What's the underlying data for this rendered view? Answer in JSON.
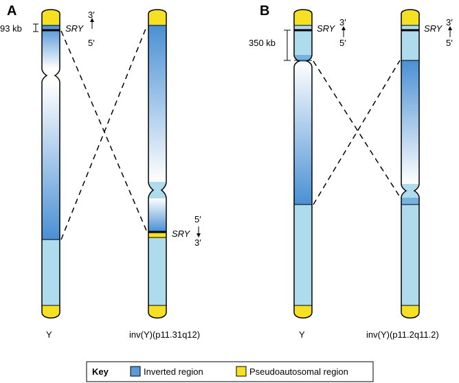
{
  "panels": [
    {
      "letter": "A",
      "size_label": "93 kb",
      "chromosomes": [
        {
          "label": "Y",
          "gene": "SRY",
          "orient_top": "3′",
          "orient_bottom": "5′"
        },
        {
          "label": "inv(Y)(p11.31q12)",
          "gene": "SRY",
          "orient_top": "5′",
          "orient_bottom": "3′"
        }
      ]
    },
    {
      "letter": "B",
      "size_label": "350 kb",
      "chromosomes": [
        {
          "label": "Y",
          "gene": "SRY",
          "orient_top": "3′",
          "orient_bottom": "5′"
        },
        {
          "label": "inv(Y)(p11.2q11.2)",
          "gene": "SRY",
          "orient_top": "3′",
          "orient_bottom": "5′"
        }
      ]
    }
  ],
  "key": {
    "title": "Key",
    "items": [
      {
        "label": "Inverted region",
        "color": "#5b9bd5"
      },
      {
        "label": "Pseudoautosomal region",
        "color": "#f5e024"
      }
    ]
  },
  "colors": {
    "chromosome_base": "#aedcec",
    "inverted_dark": "#4a90d4",
    "inverted_light": "#ffffff",
    "pseudoautosomal": "#f5e024"
  }
}
